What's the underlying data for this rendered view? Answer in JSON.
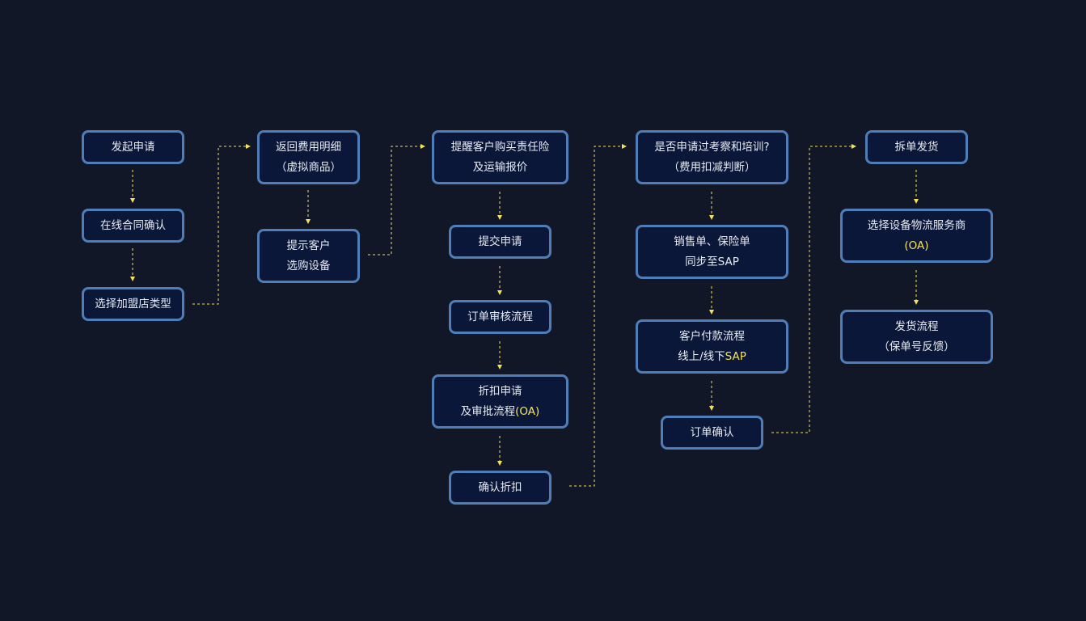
{
  "colors": {
    "background": "#111726",
    "box_fill": "#0b1738",
    "box_border": "#4f7db8",
    "arrow": "#f3e25c",
    "highlight": "#f6e45a"
  },
  "nodes": {
    "n1": {
      "l1": "发起申请"
    },
    "n2": {
      "l1": "在线合同确认"
    },
    "n3": {
      "l1": "选择加盟店类型"
    },
    "n4": {
      "l1": "返回费用明细",
      "l2": "（虚拟商品）"
    },
    "n5": {
      "l1": "提示客户",
      "l2": "选购设备"
    },
    "n6": {
      "l1": "提醒客户购买责任险",
      "l2": "及运输报价"
    },
    "n7": {
      "l1": "提交申请"
    },
    "n8": {
      "l1": "订单审核流程"
    },
    "n9": {
      "l1": "折扣申请",
      "l2": "及审批流程",
      "l2_hl": "(OA)"
    },
    "n10": {
      "l1": "确认折扣"
    },
    "n11": {
      "l1": "是否申请过考察和培训?",
      "l2": "（费用扣减判断）"
    },
    "n12": {
      "l1": "销售单、保险单",
      "l2": "同步至SAP"
    },
    "n13": {
      "l1": "客户付款流程",
      "l2": "线上/线下",
      "l2_hl": "SAP"
    },
    "n14": {
      "l1": "订单确认"
    },
    "n15": {
      "l1": "拆单发货"
    },
    "n16": {
      "l1": "选择设备物流服务商",
      "l2_hl": "(OA)"
    },
    "n17": {
      "l1": "发货流程",
      "l2": "（保单号反馈）"
    }
  }
}
